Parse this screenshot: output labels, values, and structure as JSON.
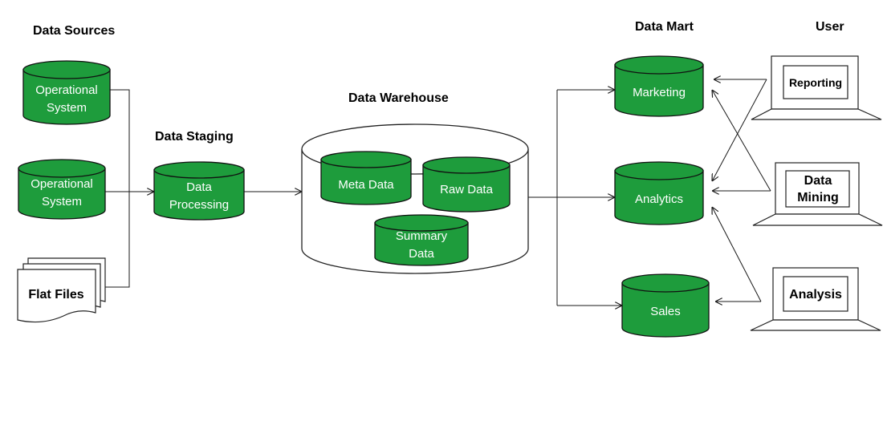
{
  "colors": {
    "cylinder_fill": "#1e9c3c",
    "cylinder_stroke": "#111111",
    "text_on_green": "#ffffff",
    "line": "#1a1a1a",
    "background": "#ffffff"
  },
  "headers": {
    "data_sources": "Data Sources",
    "data_staging": "Data Staging",
    "data_warehouse": "Data Warehouse",
    "data_mart": "Data Mart",
    "user": "User"
  },
  "sources": {
    "operational_1": [
      "Operational",
      "System"
    ],
    "operational_2": [
      "Operational",
      "System"
    ],
    "flat_files": "Flat Files"
  },
  "staging": {
    "processing": [
      "Data",
      "Processing"
    ]
  },
  "warehouse": {
    "meta": "Meta Data",
    "raw": "Raw Data",
    "summary": [
      "Summary",
      "Data"
    ]
  },
  "marts": {
    "marketing": "Marketing",
    "analytics": "Analytics",
    "sales": "Sales"
  },
  "users": {
    "reporting": "Reporting",
    "data_mining": [
      "Data",
      "Mining"
    ],
    "analysis": "Analysis"
  }
}
